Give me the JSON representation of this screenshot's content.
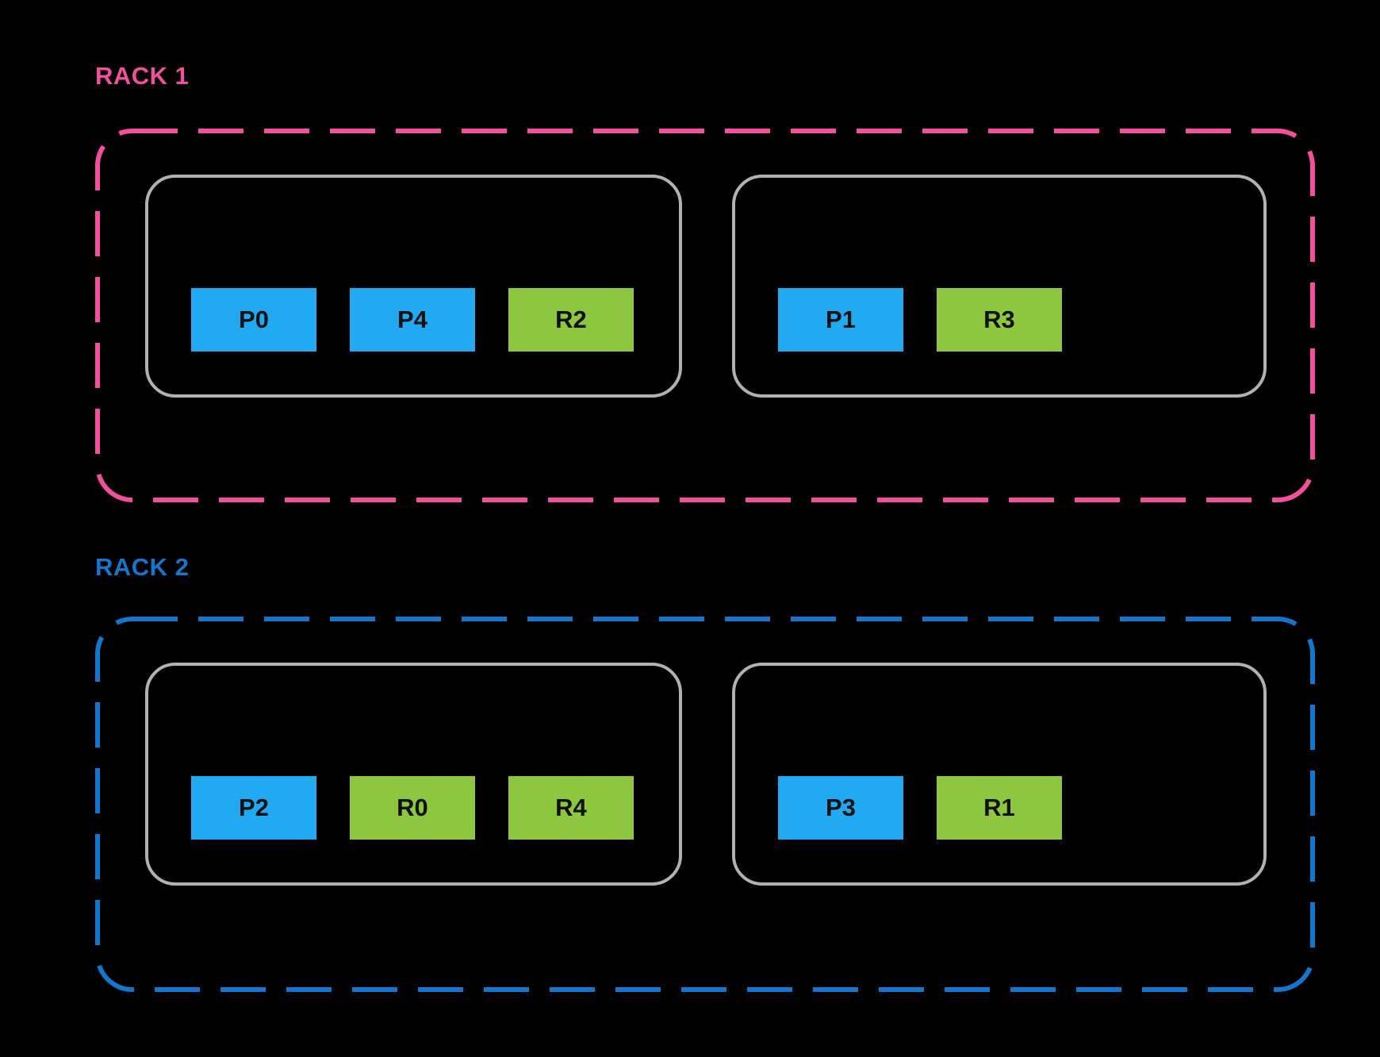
{
  "colors": {
    "background": "#000000",
    "rack1_accent": "#F0509C",
    "rack2_accent": "#1476CC",
    "primary_block": "#21AAF2",
    "replica_block": "#8DC63F",
    "node_border": "#B1B1B1",
    "block_text": "#111111"
  },
  "racks": [
    {
      "label": "RACK 1",
      "nodes": [
        {
          "blocks": [
            {
              "label": "P0",
              "type": "primary"
            },
            {
              "label": "P4",
              "type": "primary"
            },
            {
              "label": "R2",
              "type": "replica"
            }
          ]
        },
        {
          "blocks": [
            {
              "label": "P1",
              "type": "primary"
            },
            {
              "label": "R3",
              "type": "replica"
            }
          ]
        }
      ]
    },
    {
      "label": "RACK 2",
      "nodes": [
        {
          "blocks": [
            {
              "label": "P2",
              "type": "primary"
            },
            {
              "label": "R0",
              "type": "replica"
            },
            {
              "label": "R4",
              "type": "replica"
            }
          ]
        },
        {
          "blocks": [
            {
              "label": "P3",
              "type": "primary"
            },
            {
              "label": "R1",
              "type": "replica"
            }
          ]
        }
      ]
    }
  ]
}
